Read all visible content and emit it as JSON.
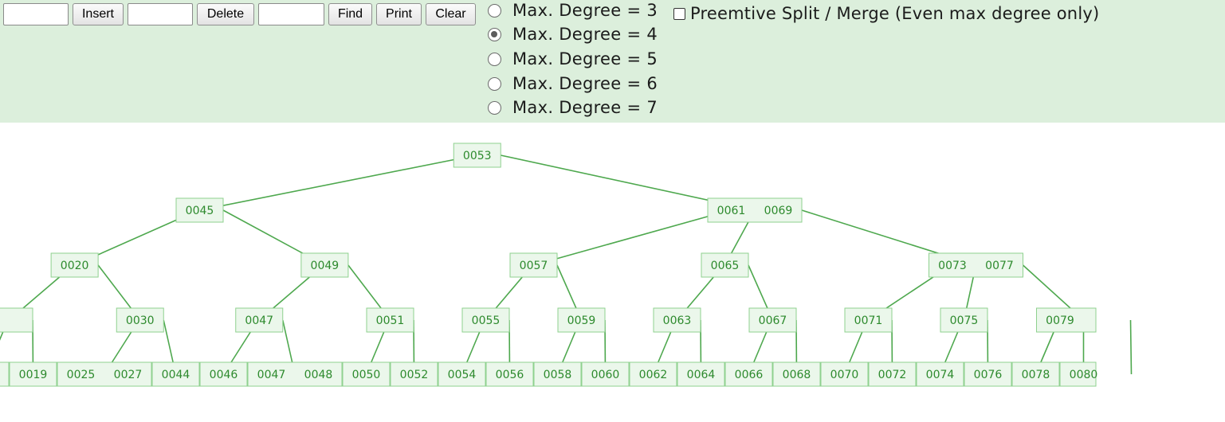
{
  "controls": {
    "insert_input": "",
    "insert_label": "Insert",
    "delete_input": "",
    "delete_label": "Delete",
    "find_input": "",
    "find_label": "Find",
    "print_label": "Print",
    "clear_label": "Clear"
  },
  "degree_options": [
    {
      "label": "Max. Degree = 3",
      "checked": false
    },
    {
      "label": "Max. Degree = 4",
      "checked": true
    },
    {
      "label": "Max. Degree = 5",
      "checked": false
    },
    {
      "label": "Max. Degree = 6",
      "checked": false
    },
    {
      "label": "Max. Degree = 7",
      "checked": false
    }
  ],
  "preemptive": {
    "label": "Preemtive Split / Merge (Even max degree only)",
    "checked": false
  },
  "colors": {
    "panel": "#dcefdc",
    "node_fill": "#ebf7eb",
    "node_border": "#8fd18f",
    "node_text": "#2d8a2d",
    "edge": "#4ea84e"
  },
  "tree": {
    "keys": [
      "0053"
    ],
    "children": [
      {
        "keys": [
          "0045"
        ],
        "children": [
          {
            "keys": [
              "0020"
            ],
            "children": [
              {
                "keys": [
                  ""
                ],
                "children": [
                  {
                    "keys": [
                      ""
                    ]
                  },
                  {
                    "keys": [
                      "0019"
                    ]
                  }
                ]
              },
              {
                "keys": [
                  "0030"
                ],
                "children": [
                  {
                    "keys": [
                      "0025",
                      "0027"
                    ]
                  },
                  {
                    "keys": [
                      "0044"
                    ]
                  }
                ]
              }
            ]
          },
          {
            "keys": [
              "0049"
            ],
            "children": [
              {
                "keys": [
                  "0047"
                ],
                "children": [
                  {
                    "keys": [
                      "0046"
                    ]
                  },
                  {
                    "keys": [
                      "0047",
                      "0048"
                    ]
                  }
                ]
              },
              {
                "keys": [
                  "0051"
                ],
                "children": [
                  {
                    "keys": [
                      "0050"
                    ]
                  },
                  {
                    "keys": [
                      "0052"
                    ]
                  }
                ]
              }
            ]
          }
        ]
      },
      {
        "keys": [
          "0061",
          "0069"
        ],
        "children": [
          {
            "keys": [
              "0057"
            ],
            "children": [
              {
                "keys": [
                  "0055"
                ],
                "children": [
                  {
                    "keys": [
                      "0054"
                    ]
                  },
                  {
                    "keys": [
                      "0056"
                    ]
                  }
                ]
              },
              {
                "keys": [
                  "0059"
                ],
                "children": [
                  {
                    "keys": [
                      "0058"
                    ]
                  },
                  {
                    "keys": [
                      "0060"
                    ]
                  }
                ]
              }
            ]
          },
          {
            "keys": [
              "0065"
            ],
            "children": [
              {
                "keys": [
                  "0063"
                ],
                "children": [
                  {
                    "keys": [
                      "0062"
                    ]
                  },
                  {
                    "keys": [
                      "0064"
                    ]
                  }
                ]
              },
              {
                "keys": [
                  "0067"
                ],
                "children": [
                  {
                    "keys": [
                      "0066"
                    ]
                  },
                  {
                    "keys": [
                      "0068"
                    ]
                  }
                ]
              }
            ]
          },
          {
            "keys": [
              "0073",
              "0077"
            ],
            "children": [
              {
                "keys": [
                  "0071"
                ],
                "children": [
                  {
                    "keys": [
                      "0070"
                    ]
                  },
                  {
                    "keys": [
                      "0072"
                    ]
                  }
                ]
              },
              {
                "keys": [
                  "0075"
                ],
                "children": [
                  {
                    "keys": [
                      "0074"
                    ]
                  },
                  {
                    "keys": [
                      "0076"
                    ]
                  }
                ]
              },
              {
                "keys": [
                  "0079",
                  ""
                ],
                "children": [
                  {
                    "keys": [
                      "0078"
                    ]
                  },
                  {
                    "keys": [
                      "0080"
                    ]
                  },
                  {
                    "keys": [
                      ""
                    ]
                  }
                ]
              }
            ]
          }
        ]
      }
    ]
  }
}
